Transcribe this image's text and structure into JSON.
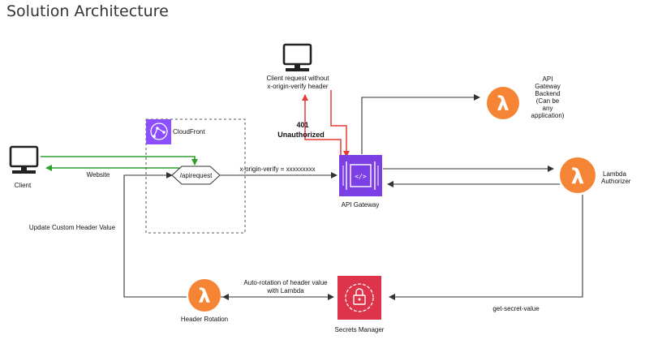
{
  "title": "Solution Architecture",
  "colors": {
    "lambda_orange": "#F58534",
    "api_gateway_purple": "#7B3FE4",
    "secrets_red": "#DD344C",
    "cloudfront_purple": "#8C4FFF",
    "arrow_green": "#2E9E2E",
    "arrow_red": "#E53935",
    "arrow_dark": "#333333"
  },
  "nodes": {
    "client": {
      "label": "Client",
      "icon": "desktop-computer-icon"
    },
    "client_no_header": {
      "label_lines": [
        "Client request without",
        "x-origin-verify header"
      ],
      "icon": "desktop-computer-icon"
    },
    "cloudfront": {
      "label": "CloudFront",
      "icon": "cloudfront-icon"
    },
    "apirequest": {
      "label": "/apirequest"
    },
    "api_gateway": {
      "label": "API Gateway",
      "icon": "api-gateway-icon"
    },
    "backend": {
      "label_lines": [
        "API",
        "Gateway",
        "Backend",
        "(Can be",
        "any",
        "application)"
      ],
      "icon": "lambda-icon"
    },
    "authorizer": {
      "label_lines": [
        "Lambda",
        "Authorizer"
      ],
      "icon": "lambda-icon"
    },
    "header_rotation": {
      "label": "Header Rotation",
      "icon": "lambda-icon"
    },
    "secrets_manager": {
      "label": "Secrets Manager",
      "icon": "secrets-manager-icon"
    }
  },
  "edges": {
    "website": "Website",
    "x_origin_verify": "x-origin-verify = xxxxxxxxx",
    "unauthorized_code": "401",
    "unauthorized_text": "Unauthorized",
    "update_header": "Update Custom Header Value",
    "auto_rotation_lines": [
      "Auto-rotation of header value",
      "with Lambda"
    ],
    "get_secret": "get-secret-value"
  },
  "lambda_symbol": "λ"
}
